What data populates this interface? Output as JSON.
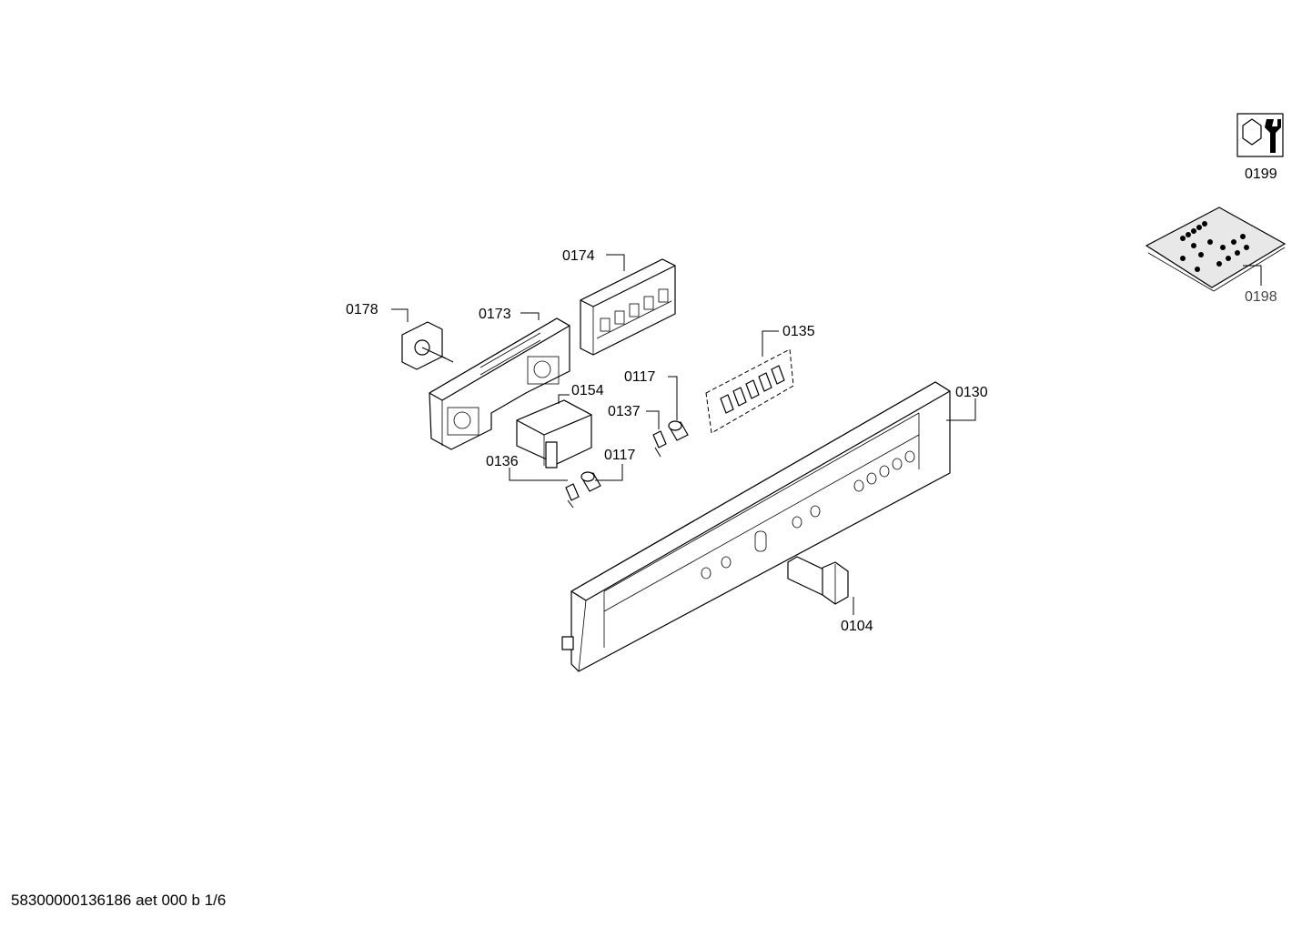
{
  "diagram": {
    "labels": {
      "p0199": "0199",
      "p0198": "0198",
      "p0174": "0174",
      "p0178": "0178",
      "p0173": "0173",
      "p0135": "0135",
      "p0117a": "0117",
      "p0154": "0154",
      "p0137": "0137",
      "p0130": "0130",
      "p0136": "0136",
      "p0117b": "0117",
      "p0104": "0104"
    },
    "icons": {
      "p0199": "wrench-nut-icon",
      "p0198": "screw-bag-icon"
    }
  },
  "footer": {
    "doc_id": "58300000136186 aet 000 b 1/6"
  }
}
